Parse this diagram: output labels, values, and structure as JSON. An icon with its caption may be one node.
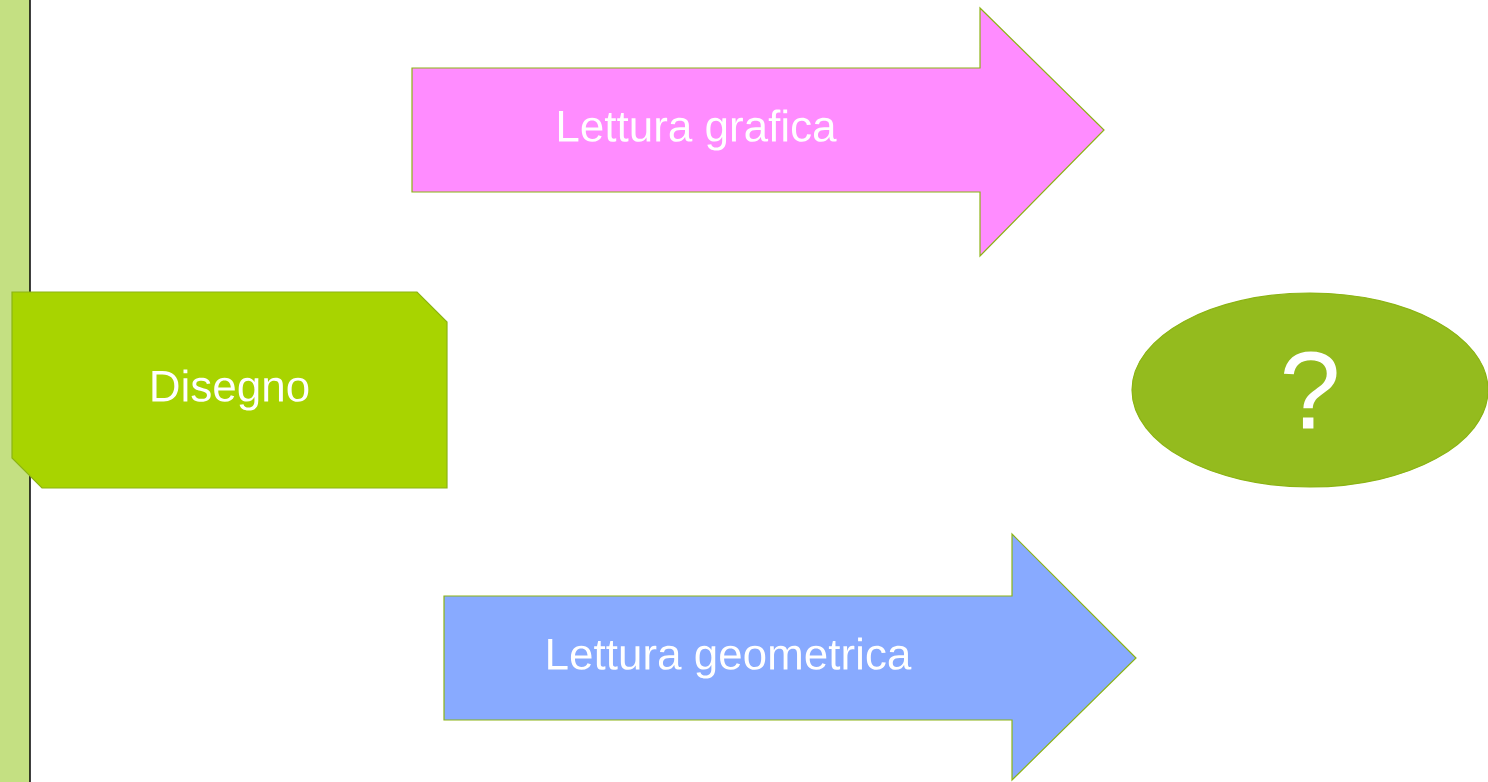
{
  "diagram": {
    "nodes": [
      {
        "text": [
          "Lettura grafica"
        ]
      },
      {
        "text": [
          "Disegno"
        ]
      },
      {
        "text": [
          "?"
        ]
      },
      {
        "text": [
          "Lettura geometrica"
        ]
      }
    ]
  }
}
